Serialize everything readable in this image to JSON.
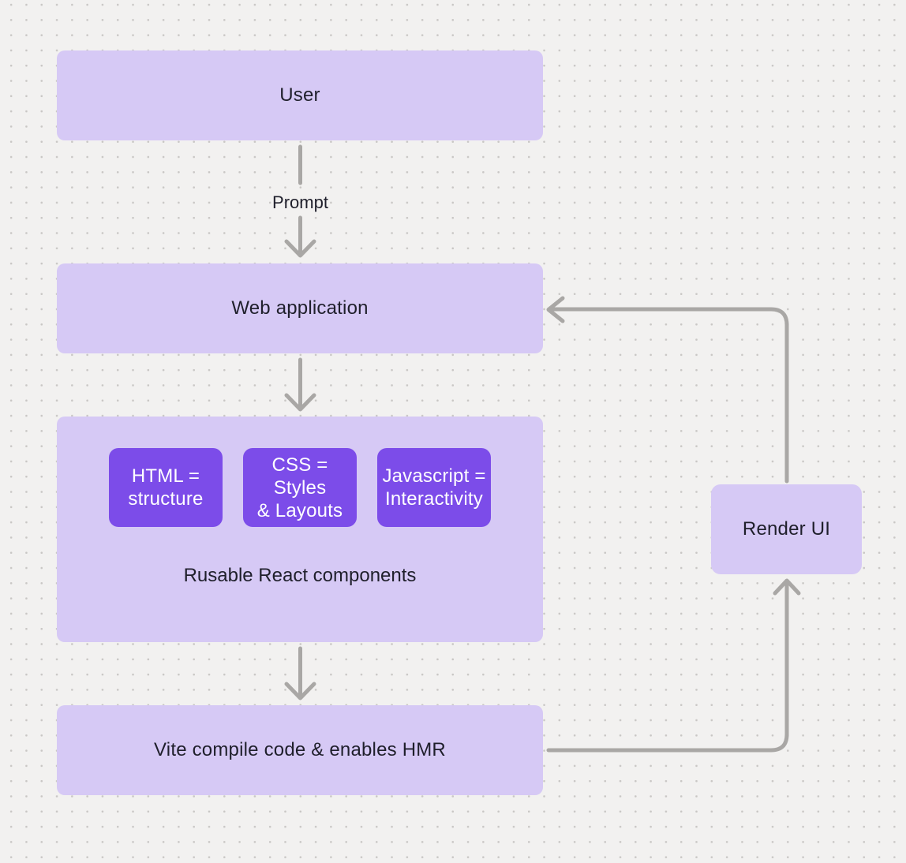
{
  "colors": {
    "bg": "#f2f1f0",
    "dot": "#c9c7c5",
    "box_light": "#d6c9f5",
    "box_dark": "#7c4ce9",
    "arrow": "#a9a7a5",
    "text_dark": "#1f1f2b",
    "text_light": "#ffffff"
  },
  "nodes": {
    "user": {
      "label": "User"
    },
    "web_application": {
      "label": "Web application"
    },
    "components": {
      "label": "Rusable React components"
    },
    "html": {
      "label": "HTML =\nstructure"
    },
    "css": {
      "label": "CSS = Styles\n& Layouts"
    },
    "javascript": {
      "label": "Javascript =\nInteractivity"
    },
    "vite": {
      "label": "Vite compile code & enables HMR"
    },
    "render_ui": {
      "label": "Render UI"
    }
  },
  "edges": [
    {
      "from": "user",
      "to": "web_application",
      "label": "Prompt"
    },
    {
      "from": "web_application",
      "to": "components",
      "label": ""
    },
    {
      "from": "components",
      "to": "vite",
      "label": ""
    },
    {
      "from": "vite",
      "to": "render_ui",
      "label": ""
    },
    {
      "from": "render_ui",
      "to": "web_application",
      "label": ""
    }
  ]
}
